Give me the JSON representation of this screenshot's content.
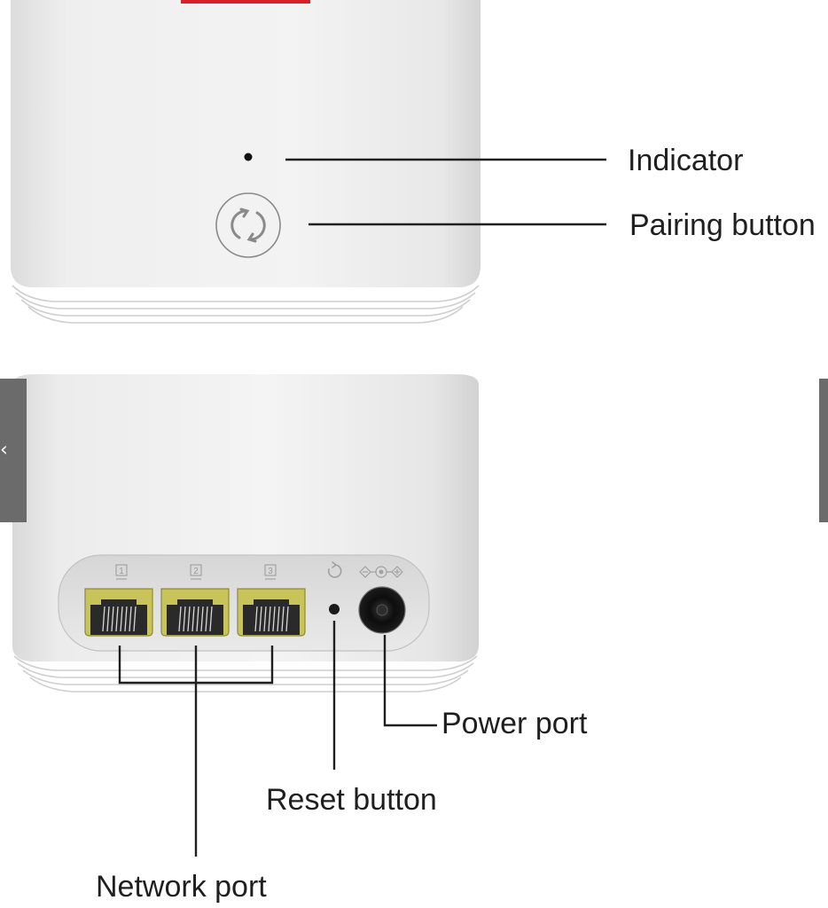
{
  "labels": {
    "indicator": "Indicator",
    "pairing_button": "Pairing button",
    "power_port": "Power port",
    "reset_button": "Reset button",
    "network_port": "Network port"
  },
  "ports": {
    "port_numbers": [
      "1",
      "2",
      "3"
    ]
  },
  "colors": {
    "device_body": "#ededed",
    "top_accent": "#d9202a",
    "port_port_yellow": "#c9c45a",
    "leader_lines": "#1f1f1f",
    "nav_tab": "#6b6b6b"
  },
  "icons": {
    "pairing": "pairing-refresh-icon",
    "reset": "reset-arrow-icon",
    "power_polarity": "dc-polarity-icon",
    "nav_prev": "chevron-left-icon",
    "nav_next": "chevron-right-icon"
  }
}
